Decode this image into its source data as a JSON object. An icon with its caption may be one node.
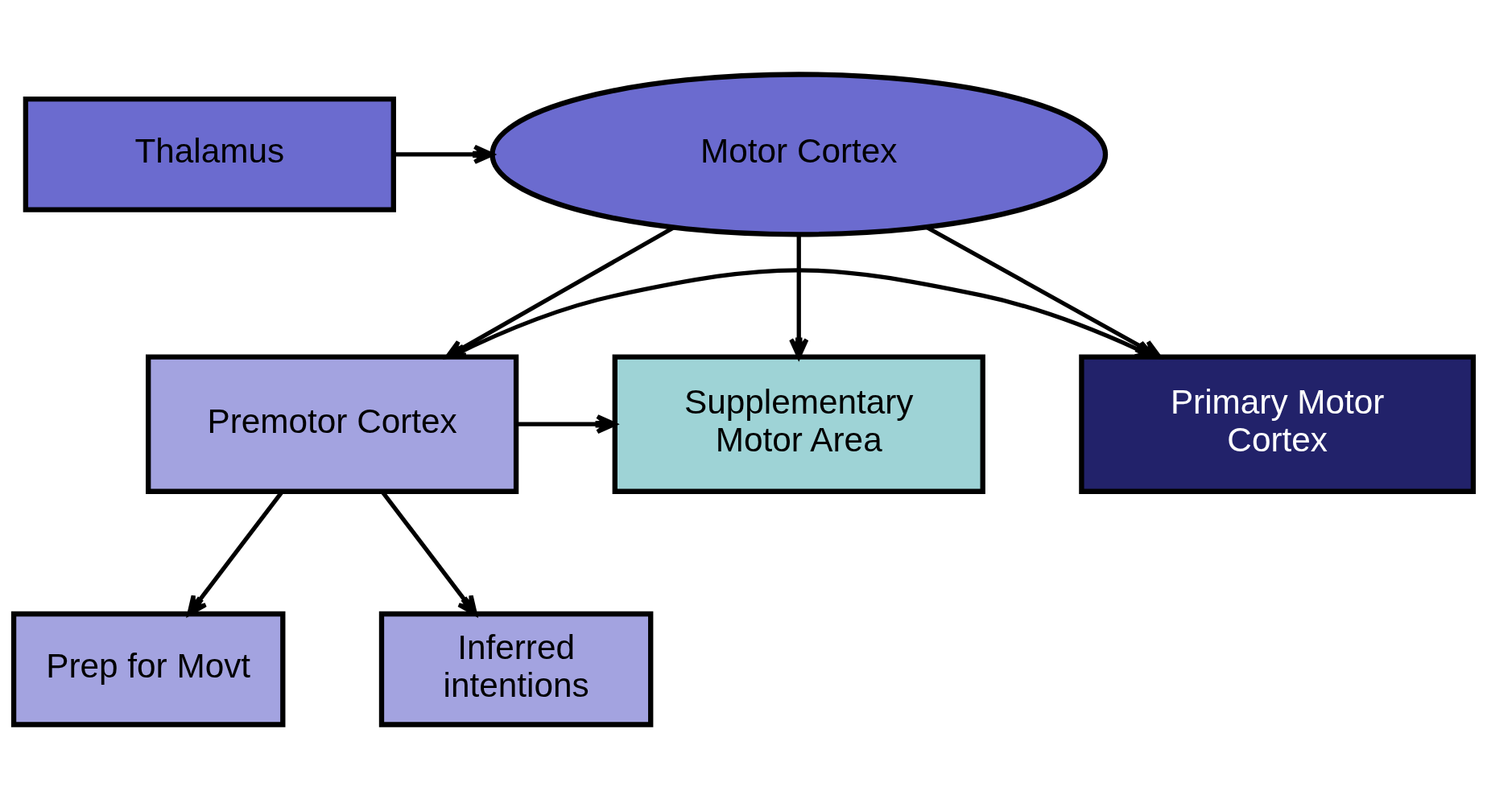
{
  "diagram": {
    "nodes": [
      {
        "text": [
          "Thalamus"
        ]
      },
      {
        "text": [
          "Motor Cortex"
        ]
      },
      {
        "text": [
          "Premotor Cortex"
        ]
      },
      {
        "text": [
          "Primary Motor Cortex"
        ]
      },
      {
        "text": [
          "Supplementary Motor Area"
        ]
      },
      {
        "text": [
          "Prep for Movt"
        ]
      },
      {
        "text": [
          "Inferred intentions"
        ]
      }
    ],
    "edges": [
      {
        "from": 0,
        "to": 1,
        "arrow": "to"
      },
      {
        "from": 1,
        "to": 2,
        "arrow": "to"
      },
      {
        "from": 1,
        "to": 3,
        "arrow": "to"
      },
      {
        "from": 1,
        "to": 4,
        "arrow": "to"
      },
      {
        "from": 2,
        "to": 3,
        "arrow": "to"
      },
      {
        "from": 2,
        "to": 4,
        "arrow": "to"
      },
      {
        "from": 2,
        "to": 5,
        "arrow": "to"
      },
      {
        "from": 2,
        "to": 6,
        "arrow": "to"
      }
    ]
  }
}
